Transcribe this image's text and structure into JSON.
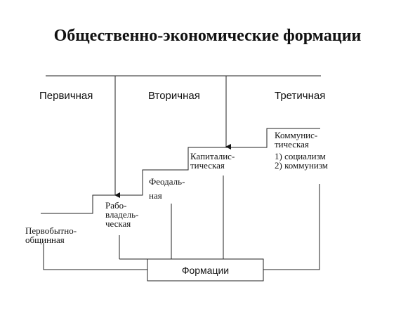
{
  "title": "Общественно-экономические формации",
  "columns": {
    "primary": "Первичная",
    "secondary": "Вторичная",
    "tertiary": "Третичная"
  },
  "formations": {
    "primitive": [
      "Первобытно-",
      "общинная"
    ],
    "slave": [
      "Рабо-",
      "владель-",
      "ческая"
    ],
    "feudal": [
      "Феодаль-",
      "ная"
    ],
    "capitalist": [
      "Капиталис-",
      "тическая"
    ],
    "communist": [
      "Коммунис-",
      "тическая",
      "1) социализм",
      "2) коммунизм"
    ]
  },
  "box_label": "Формации"
}
